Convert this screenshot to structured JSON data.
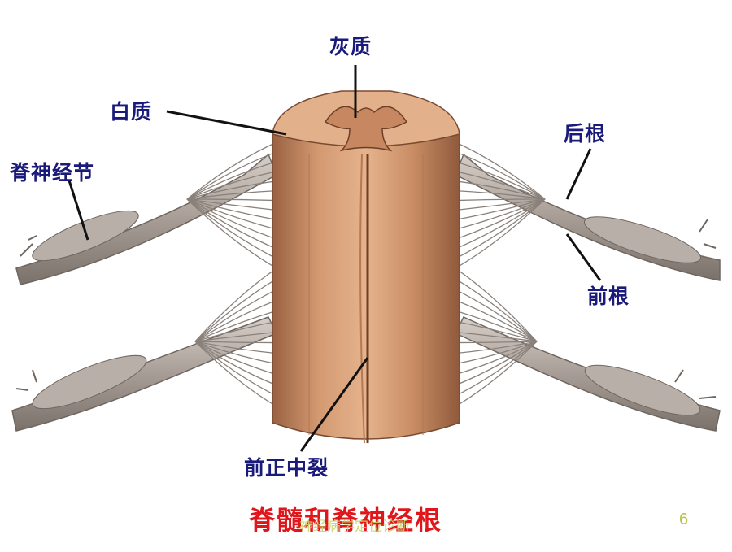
{
  "labels": {
    "gray_matter": "灰质",
    "white_matter": "白质",
    "spinal_ganglion": "脊神经节",
    "posterior_root": "后根",
    "anterior_root": "前根",
    "anterior_median_fissure": "前正中裂"
  },
  "caption": "脊髓和脊神经根",
  "watermark": "神经病学定位诊断",
  "page_number": "6",
  "colors": {
    "label_text": "#1a1a7a",
    "caption_text": "#e0161b",
    "cord_light": "#d9a47c",
    "cord_dark": "#a86f4a",
    "nerve": "#b3aaa3",
    "nerve_shadow": "#7d746e"
  }
}
